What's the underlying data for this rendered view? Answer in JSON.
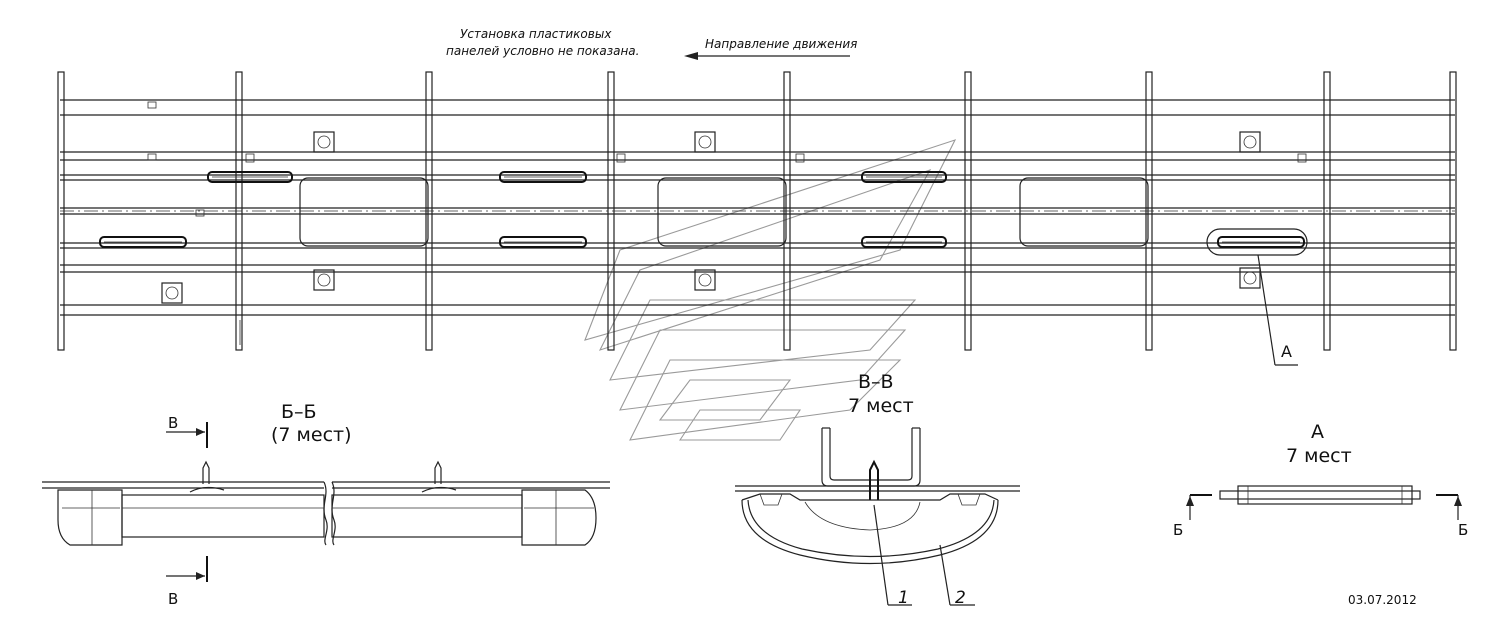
{
  "notes": {
    "panels_line1": "Установка пластиковых",
    "panels_line2": "панелей условно не показана.",
    "direction": "Направление движения"
  },
  "labels": {
    "callout_a": "А",
    "section_bb_title": "Б–Б",
    "section_bb_count": "(7 мест)",
    "section_vv_title": "В–В",
    "section_vv_count": "7 мест",
    "view_a_title": "А",
    "view_a_count": "7 мест",
    "cut_v_top": "В",
    "cut_v_bottom": "В",
    "cut_b_left": "Б",
    "cut_b_right": "Б",
    "pos_1": "1",
    "pos_2": "2"
  },
  "date": "03.07.2012",
  "colors": {
    "line": "#222222",
    "watermark": "#9a9a9a",
    "background": "#ffffff"
  }
}
